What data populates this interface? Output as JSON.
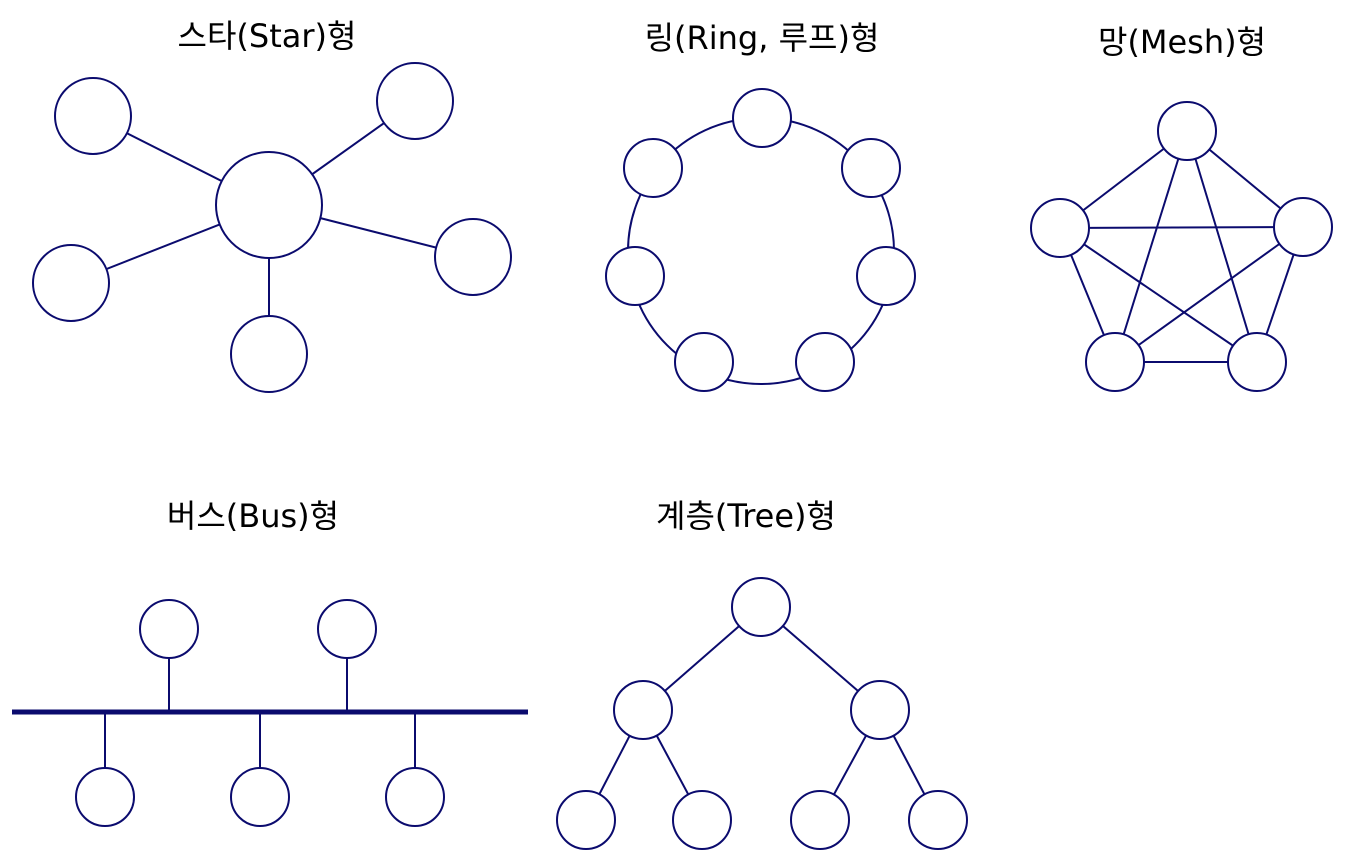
{
  "colors": {
    "stroke": "#0b0b6e",
    "node_fill": "#ffffff",
    "text": "#000000"
  },
  "titles": {
    "star": "스타(Star)형",
    "ring": "링(Ring, 루프)형",
    "mesh": "망(Mesh)형",
    "bus": "버스(Bus)형",
    "tree": "계층(Tree)형"
  }
}
